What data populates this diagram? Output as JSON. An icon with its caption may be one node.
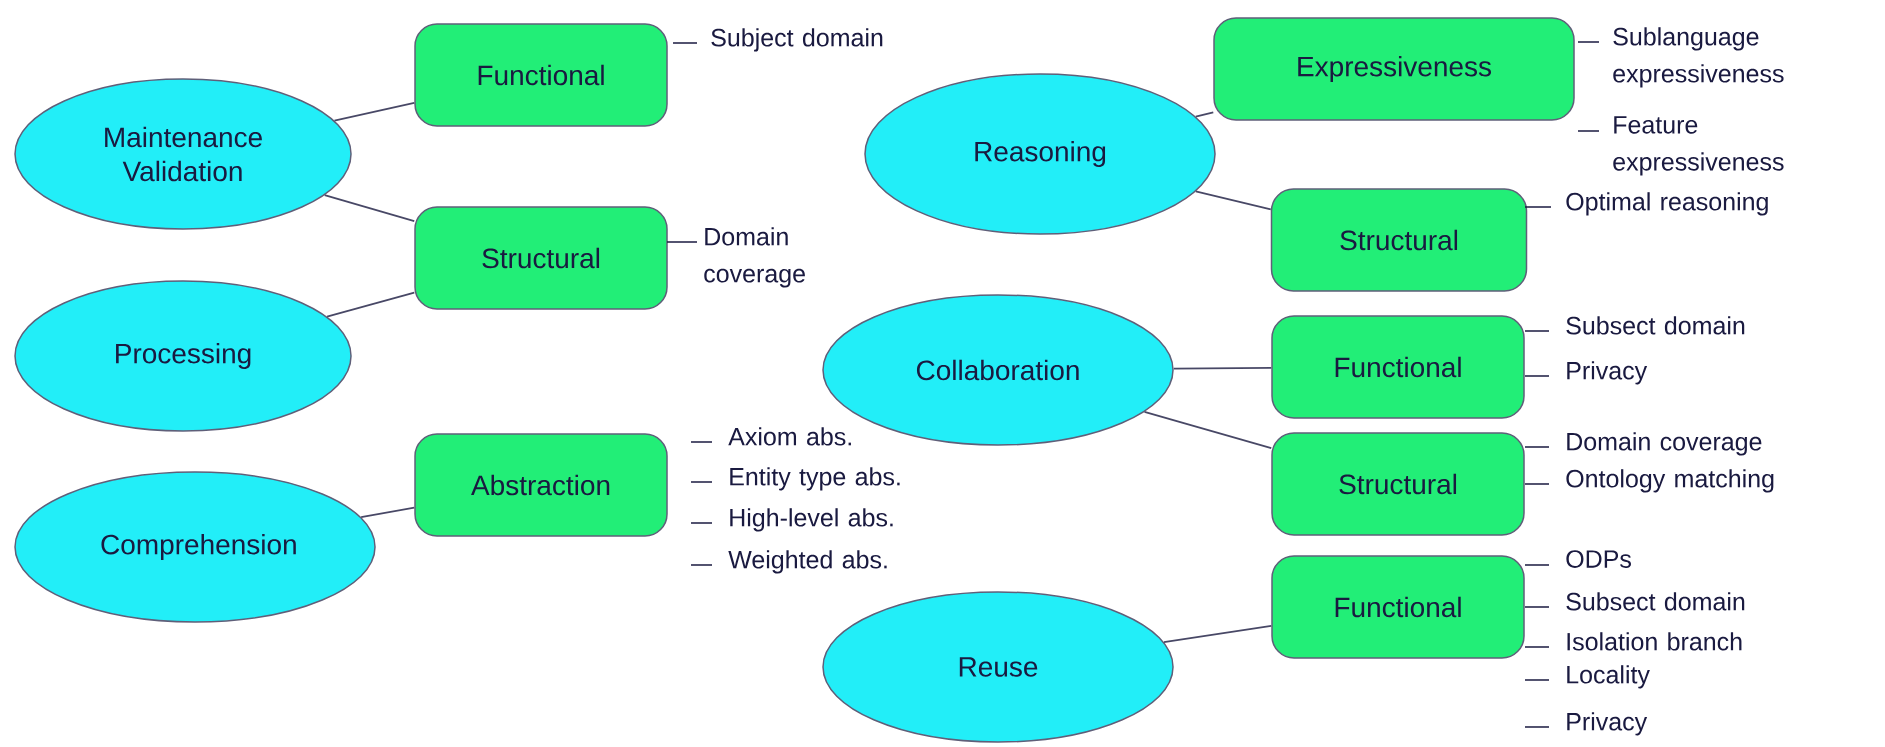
{
  "diagram": {
    "nodes": [
      {
        "text": [
          "Maintenance Validation"
        ]
      },
      {
        "text": [
          "Functional"
        ]
      },
      {
        "text": [
          "Structural"
        ]
      },
      {
        "text": [
          "Processing"
        ]
      },
      {
        "text": [
          "Comprehension"
        ]
      },
      {
        "text": [
          "Abstraction"
        ]
      },
      {
        "text": [
          "Reasoning"
        ]
      },
      {
        "text": [
          "Expressiveness"
        ],
        "beside": [
          "Sublanguage expressiveness",
          "Feature expressiveness"
        ]
      },
      {
        "text": [
          "Structural"
        ],
        "beside": [
          "Optimal reasoning"
        ]
      },
      {
        "text": [
          "Collaboration"
        ]
      },
      {
        "text": [
          "Functional"
        ],
        "beside": [
          "Subsect domain",
          "Privacy"
        ]
      },
      {
        "text": [
          "Structural"
        ],
        "beside": [
          "Domain coverage",
          "Ontology matching"
        ]
      },
      {
        "text": [
          "Reuse"
        ]
      },
      {
        "text": [
          "Functional"
        ],
        "beside": [
          "ODPs",
          "Subsect domain",
          "Isolation branch",
          "Locality",
          "Privacy"
        ]
      }
    ],
    "edges": [
      {
        "from": 0,
        "to": 1,
        "arrow": "none"
      },
      {
        "from": 0,
        "to": 2,
        "arrow": "none"
      },
      {
        "from": 3,
        "to": 2,
        "arrow": "none"
      },
      {
        "from": 4,
        "to": 5,
        "arrow": "none"
      },
      {
        "from": 6,
        "to": 7,
        "arrow": "none"
      },
      {
        "from": 6,
        "to": 8,
        "arrow": "none"
      },
      {
        "from": 9,
        "to": 10,
        "arrow": "none"
      },
      {
        "from": 9,
        "to": 11,
        "arrow": "none"
      },
      {
        "from": 12,
        "to": 13,
        "arrow": "none"
      }
    ],
    "labels": [
      "Subject domain",
      "Domain coverage",
      "Axiom abs.",
      "Entity type abs.",
      "High-level abs.",
      "Weighted abs."
    ]
  }
}
